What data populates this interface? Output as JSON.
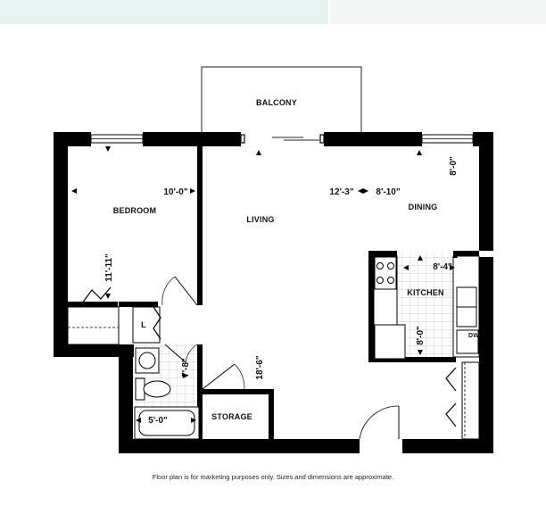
{
  "rooms": {
    "balcony": "BALCONY",
    "bedroom": "BEDROOM",
    "living": "LIVING",
    "dining": "DINING",
    "kitchen": "KITCHEN",
    "storage": "STORAGE",
    "linen": "L",
    "dishwasher": "DW"
  },
  "dimensions": {
    "bedroom_width": "10'-0\"",
    "bedroom_length": "11'-11\"",
    "living_width": "12'-3\"",
    "dining_width": "8'-10\"",
    "dining_depth": "8'-0\"",
    "kitchen_width": "8'-4\"",
    "kitchen_length": "8'-0\"",
    "bath_length": "7'-8\"",
    "bath_width": "5'-0\"",
    "storage_length": "18'-6\""
  },
  "disclaimer": "Floor plan is for marketing purposes only. Sizes and dimensions are approximate."
}
